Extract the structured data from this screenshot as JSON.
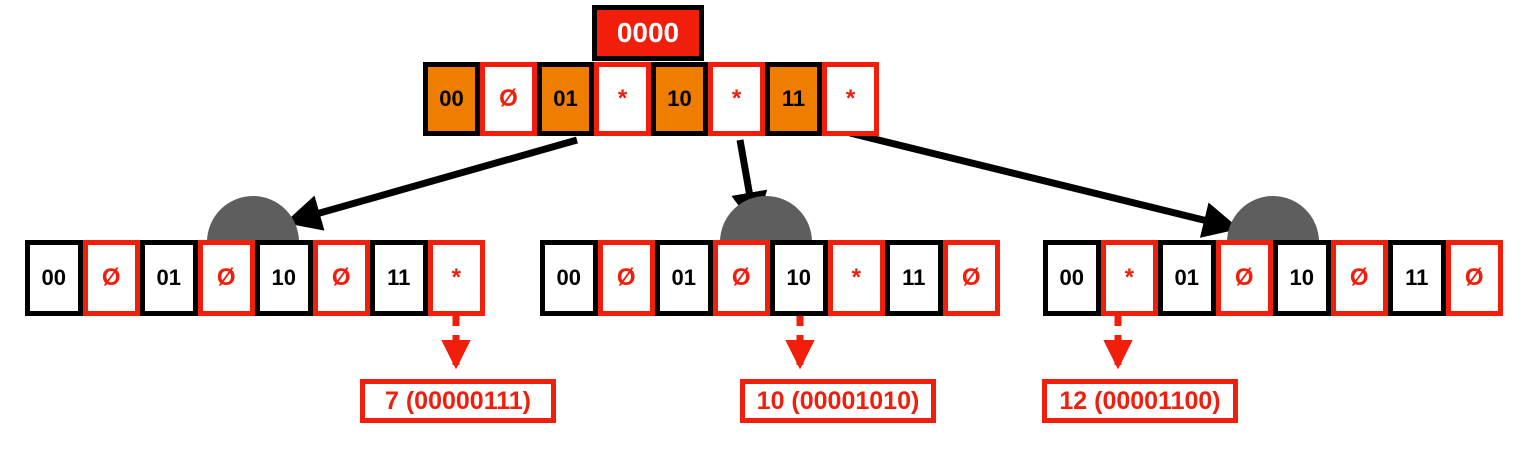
{
  "diagram": {
    "title_label": "0000",
    "null_glyph": "Ø",
    "pointer_glyph": "*",
    "colors": {
      "key_fill": "#ef7d00",
      "key_border": "#000000",
      "value_border": "#f01e0a",
      "accent_red": "#f01e0a",
      "dome_gray": "#5e5e5e",
      "title_fill": "#f01e0a",
      "title_text": "#ffffff",
      "background": "#ffffff"
    }
  },
  "root": {
    "label": "0000",
    "cells": [
      {
        "kind": "key",
        "text": "00"
      },
      {
        "kind": "value",
        "text": "Ø"
      },
      {
        "kind": "key",
        "text": "01"
      },
      {
        "kind": "value",
        "text": "*"
      },
      {
        "kind": "key",
        "text": "10"
      },
      {
        "kind": "value",
        "text": "*"
      },
      {
        "kind": "key",
        "text": "11"
      },
      {
        "kind": "value",
        "text": "*"
      }
    ]
  },
  "children": [
    {
      "name": "child-node-1",
      "cells": [
        {
          "kind": "key",
          "text": "00"
        },
        {
          "kind": "value",
          "text": "Ø"
        },
        {
          "kind": "key",
          "text": "01"
        },
        {
          "kind": "value",
          "text": "Ø"
        },
        {
          "kind": "key",
          "text": "10"
        },
        {
          "kind": "value",
          "text": "Ø"
        },
        {
          "kind": "key",
          "text": "11"
        },
        {
          "kind": "value",
          "text": "*"
        }
      ]
    },
    {
      "name": "child-node-2",
      "cells": [
        {
          "kind": "key",
          "text": "00"
        },
        {
          "kind": "value",
          "text": "Ø"
        },
        {
          "kind": "key",
          "text": "01"
        },
        {
          "kind": "value",
          "text": "Ø"
        },
        {
          "kind": "key",
          "text": "10"
        },
        {
          "kind": "value",
          "text": "*"
        },
        {
          "kind": "key",
          "text": "11"
        },
        {
          "kind": "value",
          "text": "Ø"
        }
      ]
    },
    {
      "name": "child-node-3",
      "cells": [
        {
          "kind": "key",
          "text": "00"
        },
        {
          "kind": "value",
          "text": "*"
        },
        {
          "kind": "key",
          "text": "01"
        },
        {
          "kind": "value",
          "text": "Ø"
        },
        {
          "kind": "key",
          "text": "10"
        },
        {
          "kind": "value",
          "text": "Ø"
        },
        {
          "kind": "key",
          "text": "11"
        },
        {
          "kind": "value",
          "text": "Ø"
        }
      ]
    }
  ],
  "leaves": [
    {
      "name": "leaf-value-1",
      "text": "7 (00000111)"
    },
    {
      "name": "leaf-value-2",
      "text": "10 (00001010)"
    },
    {
      "name": "leaf-value-3",
      "text": "12 (00001100)"
    }
  ]
}
